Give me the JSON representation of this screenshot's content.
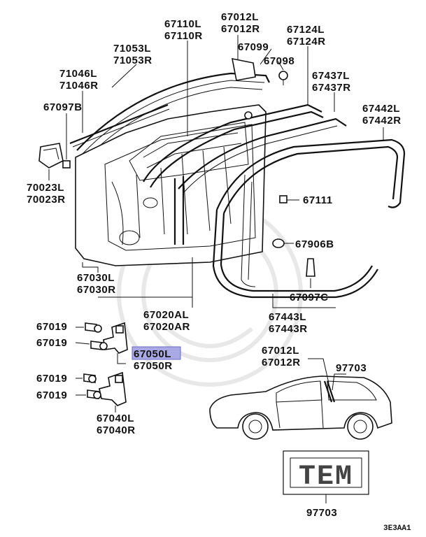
{
  "diagram": {
    "parts": {
      "p71053": {
        "l": "71053L",
        "r": "71053R"
      },
      "p71046": {
        "l": "71046L",
        "r": "71046R"
      },
      "p67110": {
        "l": "67110L",
        "r": "67110R"
      },
      "p67012top": {
        "l": "67012L",
        "r": "67012R"
      },
      "p67099": "67099",
      "p67098": "67098",
      "p67124": {
        "l": "67124L",
        "r": "67124R"
      },
      "p67097b": "67097B",
      "p67437": {
        "l": "67437L",
        "r": "67437R"
      },
      "p67442": {
        "l": "67442L",
        "r": "67442R"
      },
      "p70023": {
        "l": "70023L",
        "r": "70023R"
      },
      "p67111": "67111",
      "p67906b": "67906B",
      "p67097c": "67097C",
      "p67030": {
        "l": "67030L",
        "r": "67030R"
      },
      "p67020": {
        "l": "67020AL",
        "r": "67020AR"
      },
      "p67443": {
        "l": "67443L",
        "r": "67443R"
      },
      "p67019": [
        "67019",
        "67019",
        "67019",
        "67019"
      ],
      "p67050": {
        "l": "67050L",
        "r": "67050R"
      },
      "p67012car": {
        "l": "67012L",
        "r": "67012R"
      },
      "p97703car": "97703",
      "p67040": {
        "l": "67040L",
        "r": "67040R"
      },
      "p97703": "97703"
    },
    "emblem_text": "TEM",
    "diagram_code": "3E3AA1",
    "highlight_color": "#a9a9e6"
  }
}
